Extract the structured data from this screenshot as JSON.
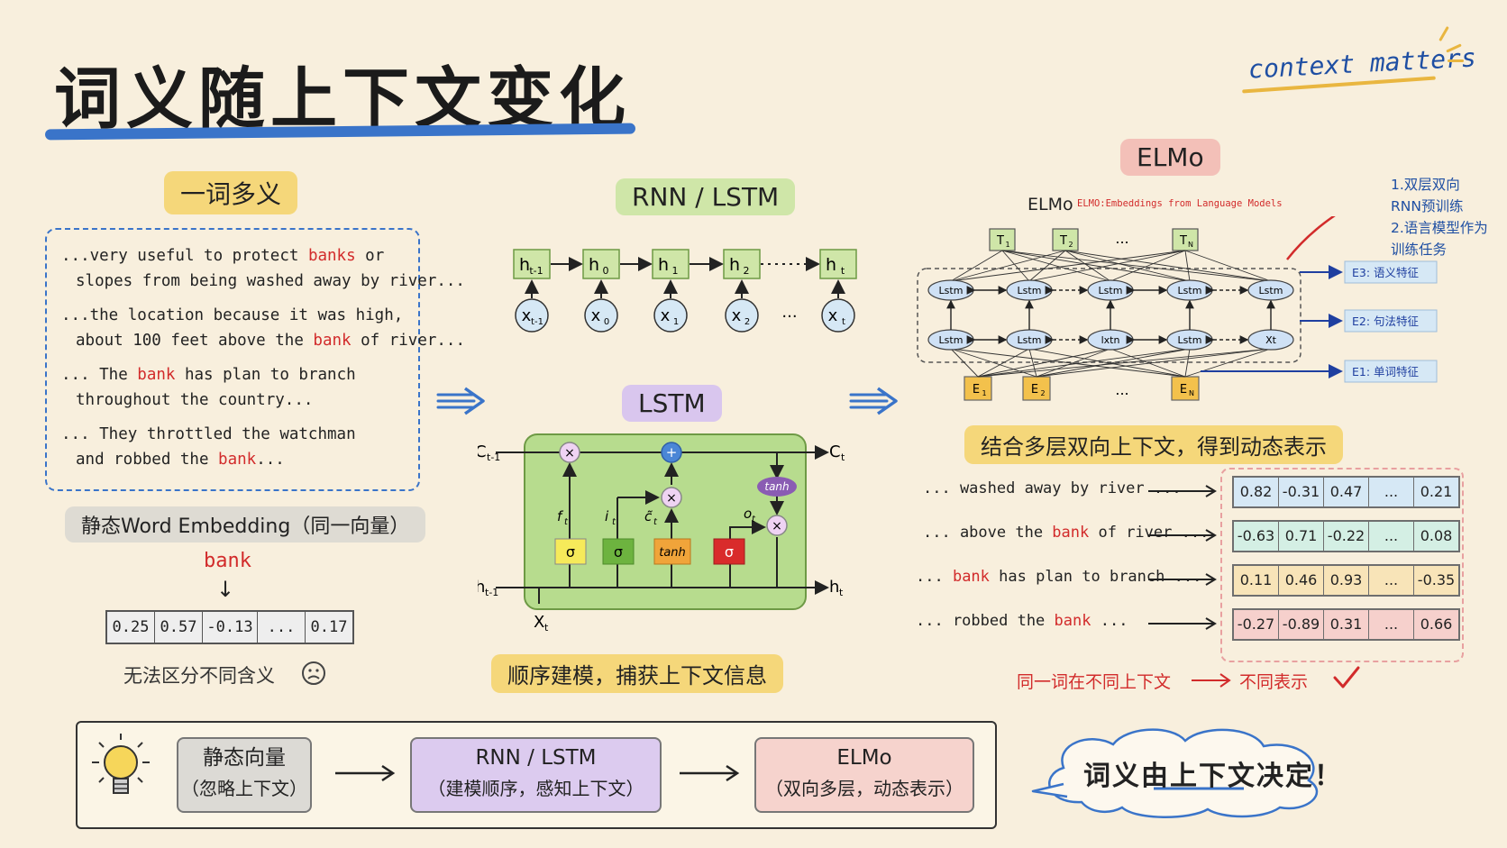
{
  "title": "词义随上下文变化",
  "corner_note": "context matters",
  "left": {
    "heading": "一词多义",
    "sentences": [
      {
        "l1_pre": "...very useful to protect ",
        "l1_word": "banks",
        "l1_post": " or",
        "l2_pre": "slopes from being washed away by river...",
        "l2_word": "",
        "l2_post": ""
      },
      {
        "l1_pre": "...the location because it was high,",
        "l1_word": "",
        "l1_post": "",
        "l2_pre": "about 100 feet above the ",
        "l2_word": "bank",
        "l2_post": " of river..."
      },
      {
        "l1_pre": "... The ",
        "l1_word": "bank",
        "l1_post": " has plan to branch",
        "l2_pre": "throughout the country...",
        "l2_word": "",
        "l2_post": ""
      },
      {
        "l1_pre": "... They throttled the watchman",
        "l1_word": "",
        "l1_post": "",
        "l2_pre": "and robbed the ",
        "l2_word": "bank",
        "l2_post": "..."
      }
    ],
    "static_label": "静态Word Embedding（同一向量）",
    "bank_word": "bank",
    "static_vector": [
      "0.25",
      "0.57",
      "-0.13",
      "...",
      "0.17"
    ],
    "cannot_distinguish": "无法区分不同含义",
    "sad_icon": "sad-face-icon"
  },
  "middle": {
    "heading_rnn": "RNN / LSTM",
    "rnn_hidden": [
      "h",
      "h",
      "h",
      "h",
      "h"
    ],
    "rnn_hidden_sub": [
      "t-1",
      "0",
      "1",
      "2",
      "t"
    ],
    "rnn_inputs": [
      "x",
      "x",
      "x",
      "x",
      "x"
    ],
    "rnn_inputs_sub": [
      "t-1",
      "0",
      "1",
      "2",
      "t"
    ],
    "ellipsis": "···",
    "heading_lstm": "LSTM",
    "lstm": {
      "c_in": "C",
      "c_in_sub": "t-1",
      "c_out": "C",
      "c_out_sub": "t",
      "h_in": "h",
      "h_in_sub": "t-1",
      "h_out": "h",
      "h_out_sub": "t",
      "x_in": "X",
      "x_in_sub": "t",
      "gates": [
        "σ",
        "σ",
        "tanh",
        "σ"
      ],
      "gate_labels": [
        "f",
        "i",
        "c̃",
        "o"
      ],
      "gate_subs": [
        "t",
        "t",
        "t",
        "t"
      ],
      "mult": "×",
      "plus": "+",
      "tanh_out": "tanh"
    },
    "caption": "顺序建模，捕获上下文信息"
  },
  "right": {
    "heading": "ELMo",
    "diagram_title": "ELMo",
    "diagram_subtitle": "ELMO:Embeddings from Language Models",
    "outputs": [
      "T",
      "T",
      "...",
      "T"
    ],
    "outputs_sub": [
      "1",
      "2",
      "",
      "N"
    ],
    "top_row": [
      "Lstm",
      "Lstm",
      "Lstm",
      "Lstm",
      "Lstm"
    ],
    "bottom_row": [
      "Lstm",
      "Lstm",
      "lxtn",
      "Lstm",
      "Xt"
    ],
    "inputs": [
      "E",
      "E",
      "...",
      "E"
    ],
    "inputs_sub": [
      "1",
      "2",
      "",
      "N"
    ],
    "notes": [
      "1.双层双向",
      "RNN预训练",
      "2.语言模型作为",
      "训练任务"
    ],
    "layer_labels": [
      "E3: 语义特征",
      "E2: 句法特征",
      "E1: 单词特征"
    ],
    "caption": "结合多层双向上下文，得到动态表示",
    "contexts": [
      {
        "pre": "... washed away by river ...",
        "word": "",
        "post": ""
      },
      {
        "pre": "... above the ",
        "word": "bank",
        "post": " of river ..."
      },
      {
        "pre": "... ",
        "word": "bank",
        "post": " has plan to branch ..."
      },
      {
        "pre": "... robbed the ",
        "word": "bank",
        "post": " ..."
      }
    ],
    "vectors": [
      [
        "0.82",
        "-0.31",
        "0.47",
        "...",
        "0.21"
      ],
      [
        "-0.63",
        "0.71",
        "-0.22",
        "...",
        "0.08"
      ],
      [
        "0.11",
        "0.46",
        "0.93",
        "...",
        "-0.35"
      ],
      [
        "-0.27",
        "-0.89",
        "0.31",
        "...",
        "0.66"
      ]
    ],
    "vector_colors": [
      "#d6e8f5",
      "#d4efe4",
      "#f8e4b8",
      "#f6d0cc"
    ],
    "conclusion_left": "同一词在不同上下文",
    "conclusion_right": "不同表示",
    "check_icon": "check-mark-icon"
  },
  "bottom": {
    "steps": [
      {
        "title": "静态向量",
        "sub": "（忽略上下文）",
        "color": "#dcdad5"
      },
      {
        "title": "RNN / LSTM",
        "sub": "（建模顺序，感知上下文）",
        "color": "#dccbef"
      },
      {
        "title": "ELMo",
        "sub": "（双向多层，动态表示）",
        "color": "#f6d3cd"
      }
    ],
    "bulb_icon": "lightbulb-icon",
    "cloud_text": "词义由上下文决定！"
  }
}
